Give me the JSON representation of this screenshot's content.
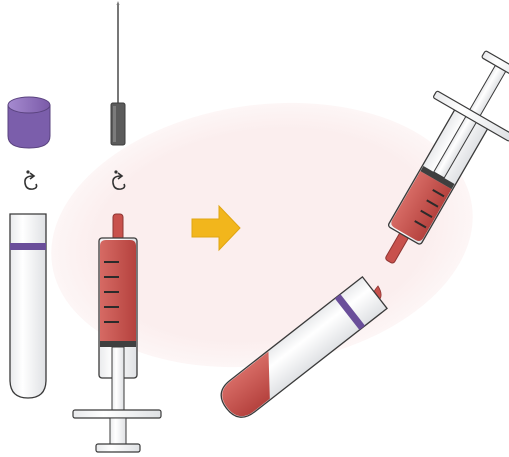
{
  "illustration": {
    "steps": [
      {
        "id": "remove-cap-and-needle",
        "objects": [
          "tube-cap",
          "needle",
          "blood-tube",
          "filled-syringe"
        ]
      },
      {
        "id": "transfer-blood",
        "objects": [
          "syringe-dispensing",
          "tilted-tube-with-blood"
        ]
      }
    ],
    "icons": [
      "twist-open-icon",
      "twist-off-icon",
      "next-step-arrow-icon",
      "blood-drop-icon"
    ]
  },
  "colors": {
    "blood": "#c8514c",
    "blood_dark": "#9a3532",
    "cap_purple": "#8a6bb8",
    "band_purple": "#6a4e9a",
    "arrow_yellow": "#f2b61c",
    "needle_gray": "#5d5d5d",
    "outline": "#3a3a3a",
    "background_blob": "#fbeeee"
  }
}
